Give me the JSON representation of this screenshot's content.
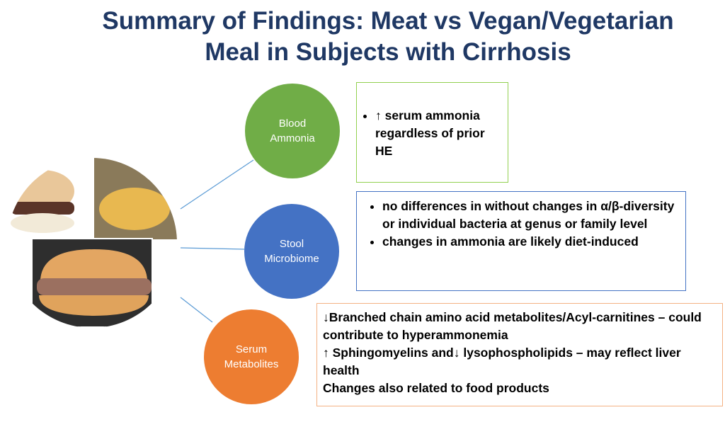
{
  "title": {
    "line1": "Summary of Findings: Meat vs Vegan/Vegetarian",
    "line2": "Meal in Subjects with Cirrhosis"
  },
  "nodes": [
    {
      "label_line1": "Blood",
      "label_line2": "Ammonia",
      "color": "#70ad47"
    },
    {
      "label_line1": "Stool",
      "label_line2": "Microbiome",
      "color": "#4472c4"
    },
    {
      "label_line1": "Serum",
      "label_line2": "Metabolites",
      "color": "#ed7d31"
    }
  ],
  "findings": {
    "blood_ammonia": [
      "↑ serum ammonia regardless of prior HE"
    ],
    "stool_microbiome": [
      "no differences in without changes in α/β-diversity or individual bacteria at genus or family level",
      "changes in ammonia are likely diet-induced"
    ],
    "serum_metabolites": [
      "↓Branched chain amino acid metabolites/Acyl-carnitines – could contribute to hyperammonemia",
      "↑ Sphingomyelins and↓ lysophospholipids – may reflect liver health",
      "Changes also related to food products"
    ]
  }
}
